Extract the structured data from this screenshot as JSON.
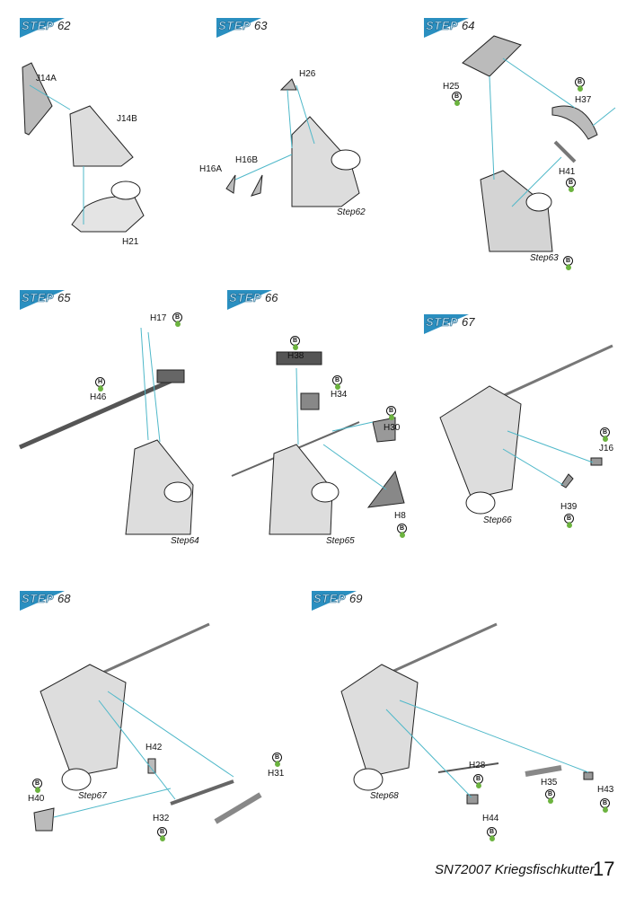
{
  "steps": [
    {
      "word": "STEP",
      "num": "62",
      "labels": [
        "J14A",
        "J14B",
        "H21"
      ]
    },
    {
      "word": "STEP",
      "num": "63",
      "labels": [
        "H26",
        "H16B",
        "H16A"
      ],
      "ref": "Step62"
    },
    {
      "word": "STEP",
      "num": "64",
      "labels": [
        "H25",
        "H37",
        "H41"
      ],
      "ref": "Step63"
    },
    {
      "word": "STEP",
      "num": "65",
      "labels": [
        "H17",
        "H46"
      ],
      "ref": "Step64"
    },
    {
      "word": "STEP",
      "num": "66",
      "labels": [
        "H38",
        "H34",
        "H30",
        "H8"
      ],
      "ref": "Step65"
    },
    {
      "word": "STEP",
      "num": "67",
      "labels": [
        "J16",
        "H39"
      ],
      "ref": "Step66"
    },
    {
      "word": "STEP",
      "num": "68",
      "labels": [
        "H42",
        "H31",
        "H32",
        "H40"
      ],
      "ref": "Step67"
    },
    {
      "word": "STEP",
      "num": "69",
      "labels": [
        "H28",
        "H35",
        "H43",
        "H44"
      ],
      "ref": "Step68"
    }
  ],
  "paint_codes": {
    "b": "B",
    "h": "H"
  },
  "colors": {
    "accent": "#2a8fc0",
    "guide": "#4fb8c9",
    "paint_drop": "#6cb33f",
    "part": "#9a9a9a"
  },
  "footer": {
    "title": "SN72007 Kriegsfischkutter",
    "page": "17"
  }
}
